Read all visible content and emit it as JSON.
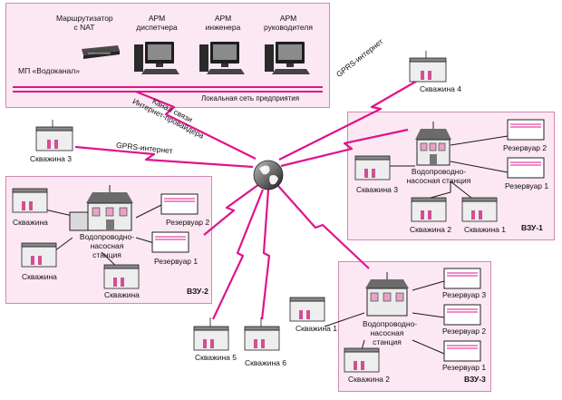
{
  "enterprise": {
    "router_label": "Маршрутизатор\nс NAT",
    "org_label": "МП «Водоканал»",
    "arm1": "АРМ\nдиспетчера",
    "arm2": "АРМ\nинженера",
    "arm3": "АРМ\nруководителя",
    "lan_label": "Локальная сеть предприятия"
  },
  "links": {
    "provider_channel": "Канал связи\nИнтернет-провайдера",
    "gprs_well3": "GPRS-интернет",
    "gprs_well4": "GPRS-интернет"
  },
  "standalone": {
    "well3": "Скважина 3",
    "well4": "Скважина 4",
    "well5": "Скважина 5",
    "well6": "Скважина 6"
  },
  "vzu1": {
    "name": "ВЗУ-1",
    "station": "Водопроводно-\nнасосная станция",
    "well3": "Скважина 3",
    "well2": "Скважина 2",
    "well1": "Скважина 1",
    "res2": "Резервуар 2",
    "res1": "Резервуар 1"
  },
  "vzu2": {
    "name": "ВЗУ-2",
    "station": "Водопроводно-насосная\nстанция",
    "well_a": "Скважина",
    "well_b": "Скважина",
    "well_c": "Скважина",
    "res2": "Резервуар 2",
    "res1": "Резервуар 1"
  },
  "vzu3": {
    "name": "ВЗУ-3",
    "station": "Водопроводно-\nнасосная\nстанция",
    "well1": "Скважина 1",
    "well2": "Скважина 2",
    "res3": "Резервуар 3",
    "res2": "Резервуар 2",
    "res1": "Резервуар 1"
  },
  "colors": {
    "link": "#e0148c",
    "frame_border": "#d08ab4",
    "frame_fill": "#fbe8f2"
  }
}
